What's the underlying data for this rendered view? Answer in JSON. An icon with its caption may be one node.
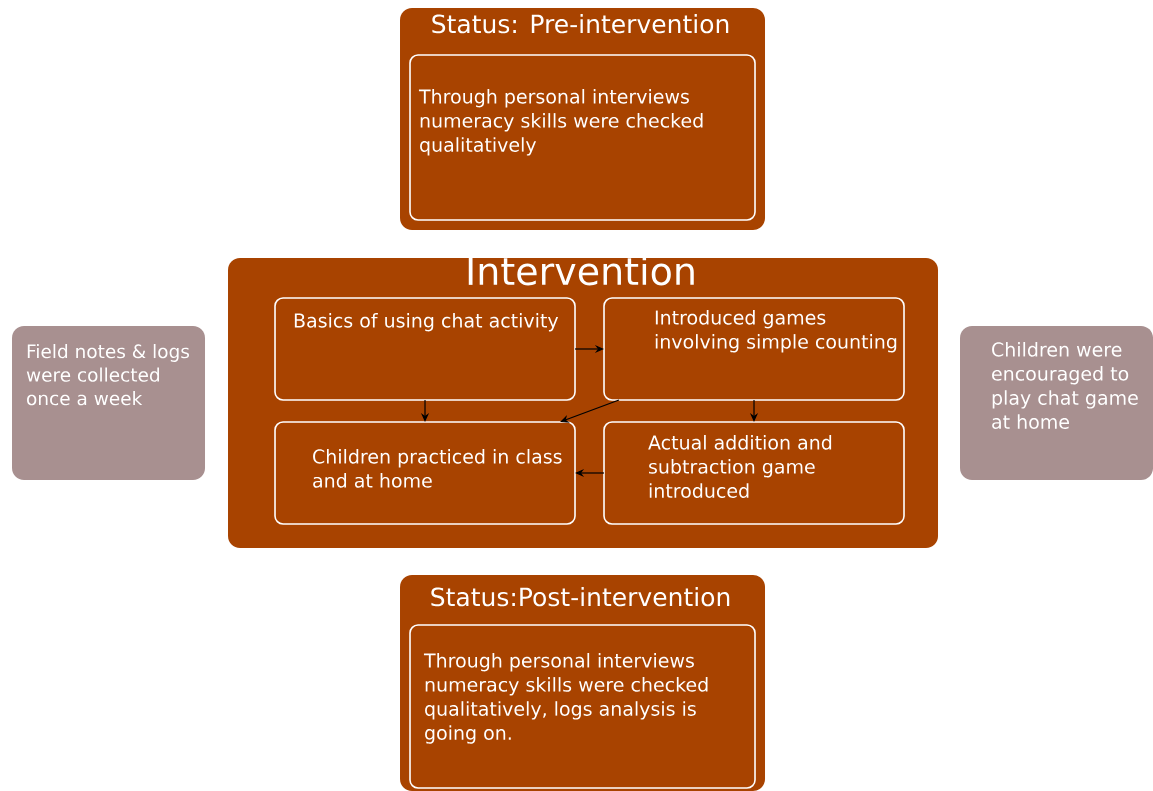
{
  "diagram": {
    "nodes": [
      {
        "text": [
          "Status: Pre-intervention"
        ]
      },
      {
        "text": [
          "Through personal interviews numeracy skills were checked qualitatively"
        ],
        "in": 0
      },
      {
        "text": [
          "Intervention"
        ]
      },
      {
        "text": [
          "Basics of using chat activity"
        ],
        "in": 2
      },
      {
        "text": [
          "Introduced games involving simple counting"
        ],
        "in": 2
      },
      {
        "text": [
          "Children practiced in class and at home"
        ],
        "in": 2
      },
      {
        "text": [
          "Actual addition and subtraction game introduced"
        ],
        "in": 2
      },
      {
        "text": [
          "Status:Post-intervention"
        ]
      },
      {
        "text": [
          "Through personal interviews numeracy skills were checked qualitatively, logs analysis is going on."
        ],
        "in": 7
      },
      {
        "text": [
          "Field notes & logs were collected once a week"
        ]
      },
      {
        "text": [
          "Children were encouraged to play chat game at home"
        ]
      }
    ],
    "edges": [
      {
        "from": 3,
        "to": 4,
        "arrow": "to"
      },
      {
        "from": 3,
        "to": 5,
        "arrow": "to"
      },
      {
        "from": 4,
        "to": 5,
        "arrow": "to"
      },
      {
        "from": 4,
        "to": 6,
        "arrow": "to"
      },
      {
        "from": 6,
        "to": 5,
        "arrow": "to"
      }
    ]
  }
}
